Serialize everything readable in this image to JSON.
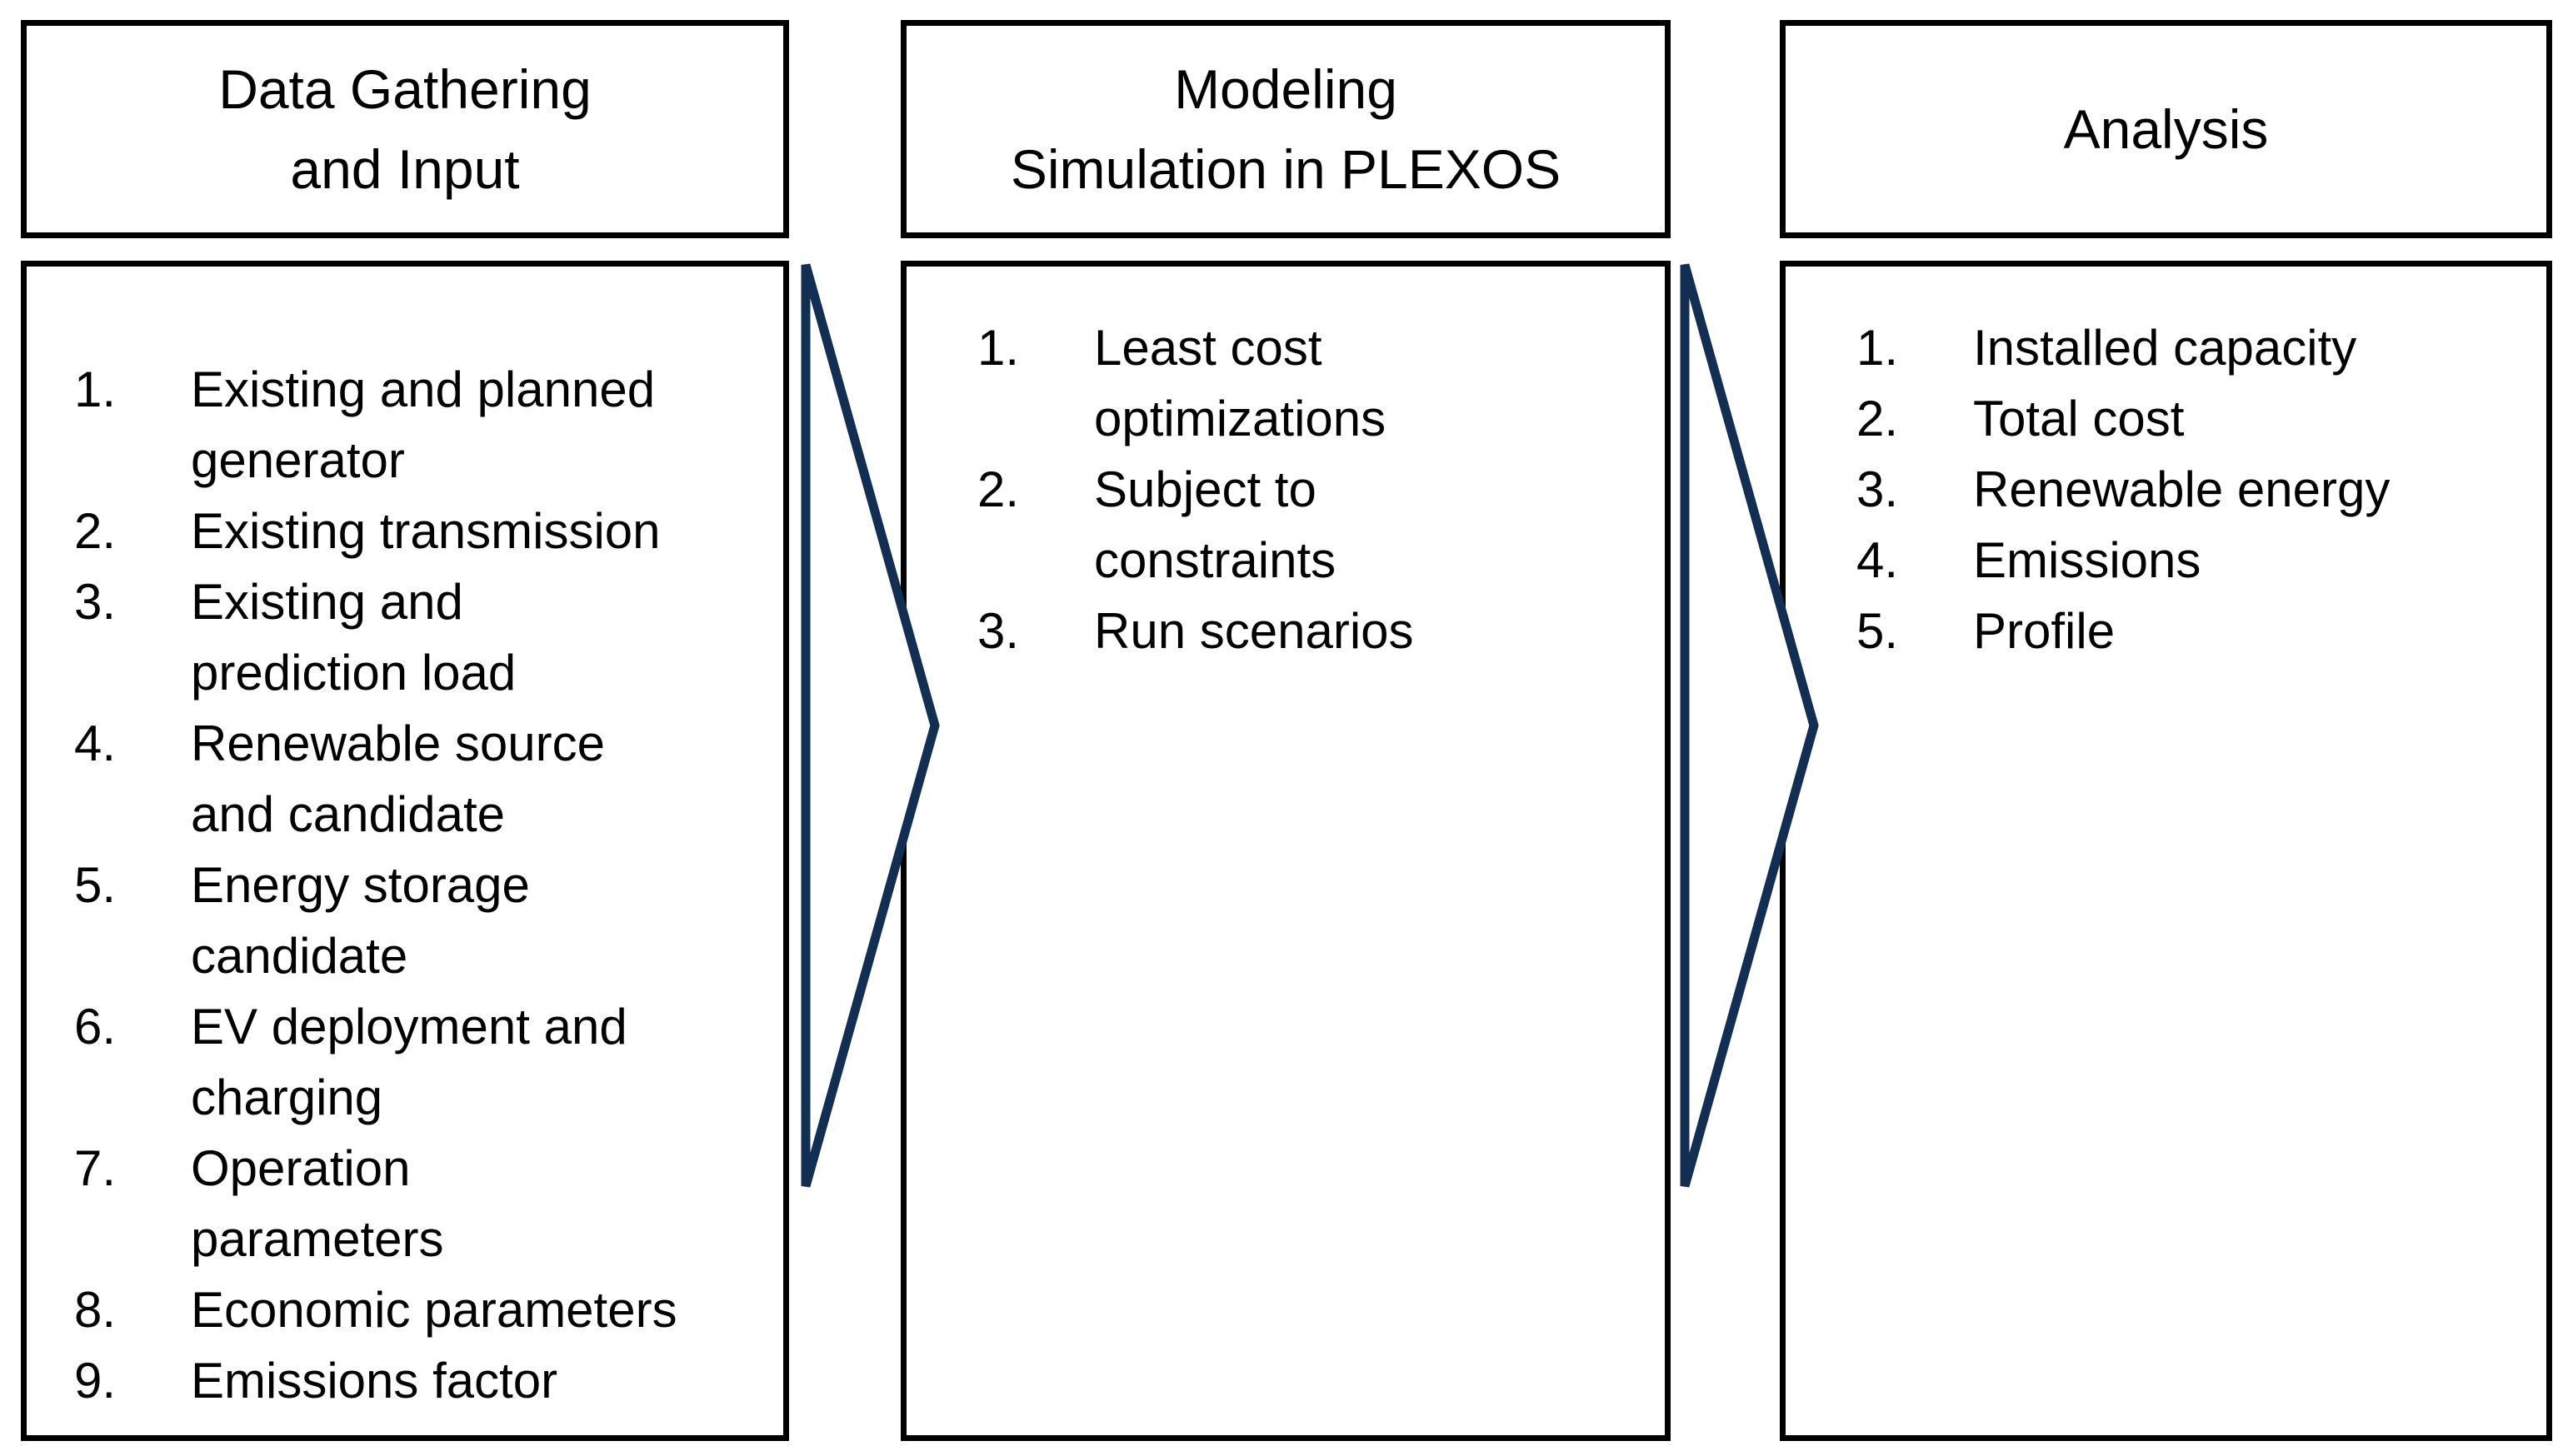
{
  "columns": [
    {
      "title": "Data Gathering\nand Input",
      "items": [
        {
          "num": "1.",
          "text": "Existing and planned\ngenerator"
        },
        {
          "num": "2.",
          "text": "Existing transmission"
        },
        {
          "num": "3.",
          "text": "Existing and\nprediction load"
        },
        {
          "num": "4.",
          "text": "Renewable source\nand candidate"
        },
        {
          "num": "5.",
          "text": "Energy storage\ncandidate"
        },
        {
          "num": "6.",
          "text": "EV deployment and\ncharging"
        },
        {
          "num": "7.",
          "text": "Operation\nparameters"
        },
        {
          "num": "8.",
          "text": "Economic parameters"
        },
        {
          "num": "9.",
          "text": "Emissions factor"
        }
      ]
    },
    {
      "title": "Modeling\nSimulation in PLEXOS",
      "items": [
        {
          "num": "1.",
          "text": "Least cost\noptimizations"
        },
        {
          "num": "2.",
          "text": "Subject to\nconstraints"
        },
        {
          "num": "3.",
          "text": "Run scenarios"
        }
      ]
    },
    {
      "title": "Analysis",
      "items": [
        {
          "num": "1.",
          "text": "Installed capacity"
        },
        {
          "num": "2.",
          "text": "Total cost"
        },
        {
          "num": "3.",
          "text": "Renewable energy"
        },
        {
          "num": "4.",
          "text": "Emissions"
        },
        {
          "num": "5.",
          "text": "Profile"
        }
      ]
    }
  ],
  "colors": {
    "box_border": "#000000",
    "arrow_outline": "#122E52",
    "arrow_fill": "#ffffff"
  }
}
